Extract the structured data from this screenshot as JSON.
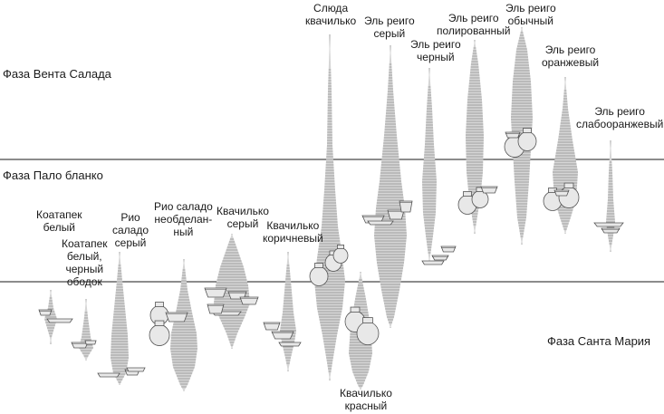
{
  "phases": [
    {
      "id": "venta",
      "label": "Фаза Вента Салада"
    },
    {
      "id": "palo",
      "label": "Фаза Пало бланко"
    },
    {
      "id": "santa",
      "label": "Фаза Санта Мария"
    }
  ],
  "pottery_types": [
    {
      "id": "coatepec-white",
      "lines": [
        "Коатапек",
        "белый"
      ]
    },
    {
      "id": "coatepec-black-rim",
      "lines": [
        "Коатапек",
        "белый,",
        "черный",
        "ободок"
      ]
    },
    {
      "id": "rio-salado-gray",
      "lines": [
        "Рио",
        "саладо",
        "серый"
      ]
    },
    {
      "id": "rio-salado-unpolished",
      "lines": [
        "Рио саладо",
        "необделан-",
        "ный"
      ]
    },
    {
      "id": "quachilco-gray",
      "lines": [
        "Квачилько",
        "серый"
      ]
    },
    {
      "id": "quachilco-brown",
      "lines": [
        "Квачилько",
        "коричневый"
      ]
    },
    {
      "id": "mica-quachilco",
      "lines": [
        "Слюда",
        "квачилько"
      ]
    },
    {
      "id": "quachilco-red",
      "lines": [
        "Квачилько",
        "красный"
      ]
    },
    {
      "id": "el-riego-gray",
      "lines": [
        "Эль реиго",
        "серый"
      ]
    },
    {
      "id": "el-riego-black",
      "lines": [
        "Эль реиго",
        "черный"
      ]
    },
    {
      "id": "el-riego-polished",
      "lines": [
        "Эль реиго",
        "полированный"
      ]
    },
    {
      "id": "el-riego-plain",
      "lines": [
        "Эль реиго",
        "обычный"
      ]
    },
    {
      "id": "el-riego-orange",
      "lines": [
        "Эль реиго",
        "оранжевый"
      ]
    },
    {
      "id": "el-riego-pale-orange",
      "lines": [
        "Эль реиго",
        "слабооранжевый"
      ]
    }
  ]
}
